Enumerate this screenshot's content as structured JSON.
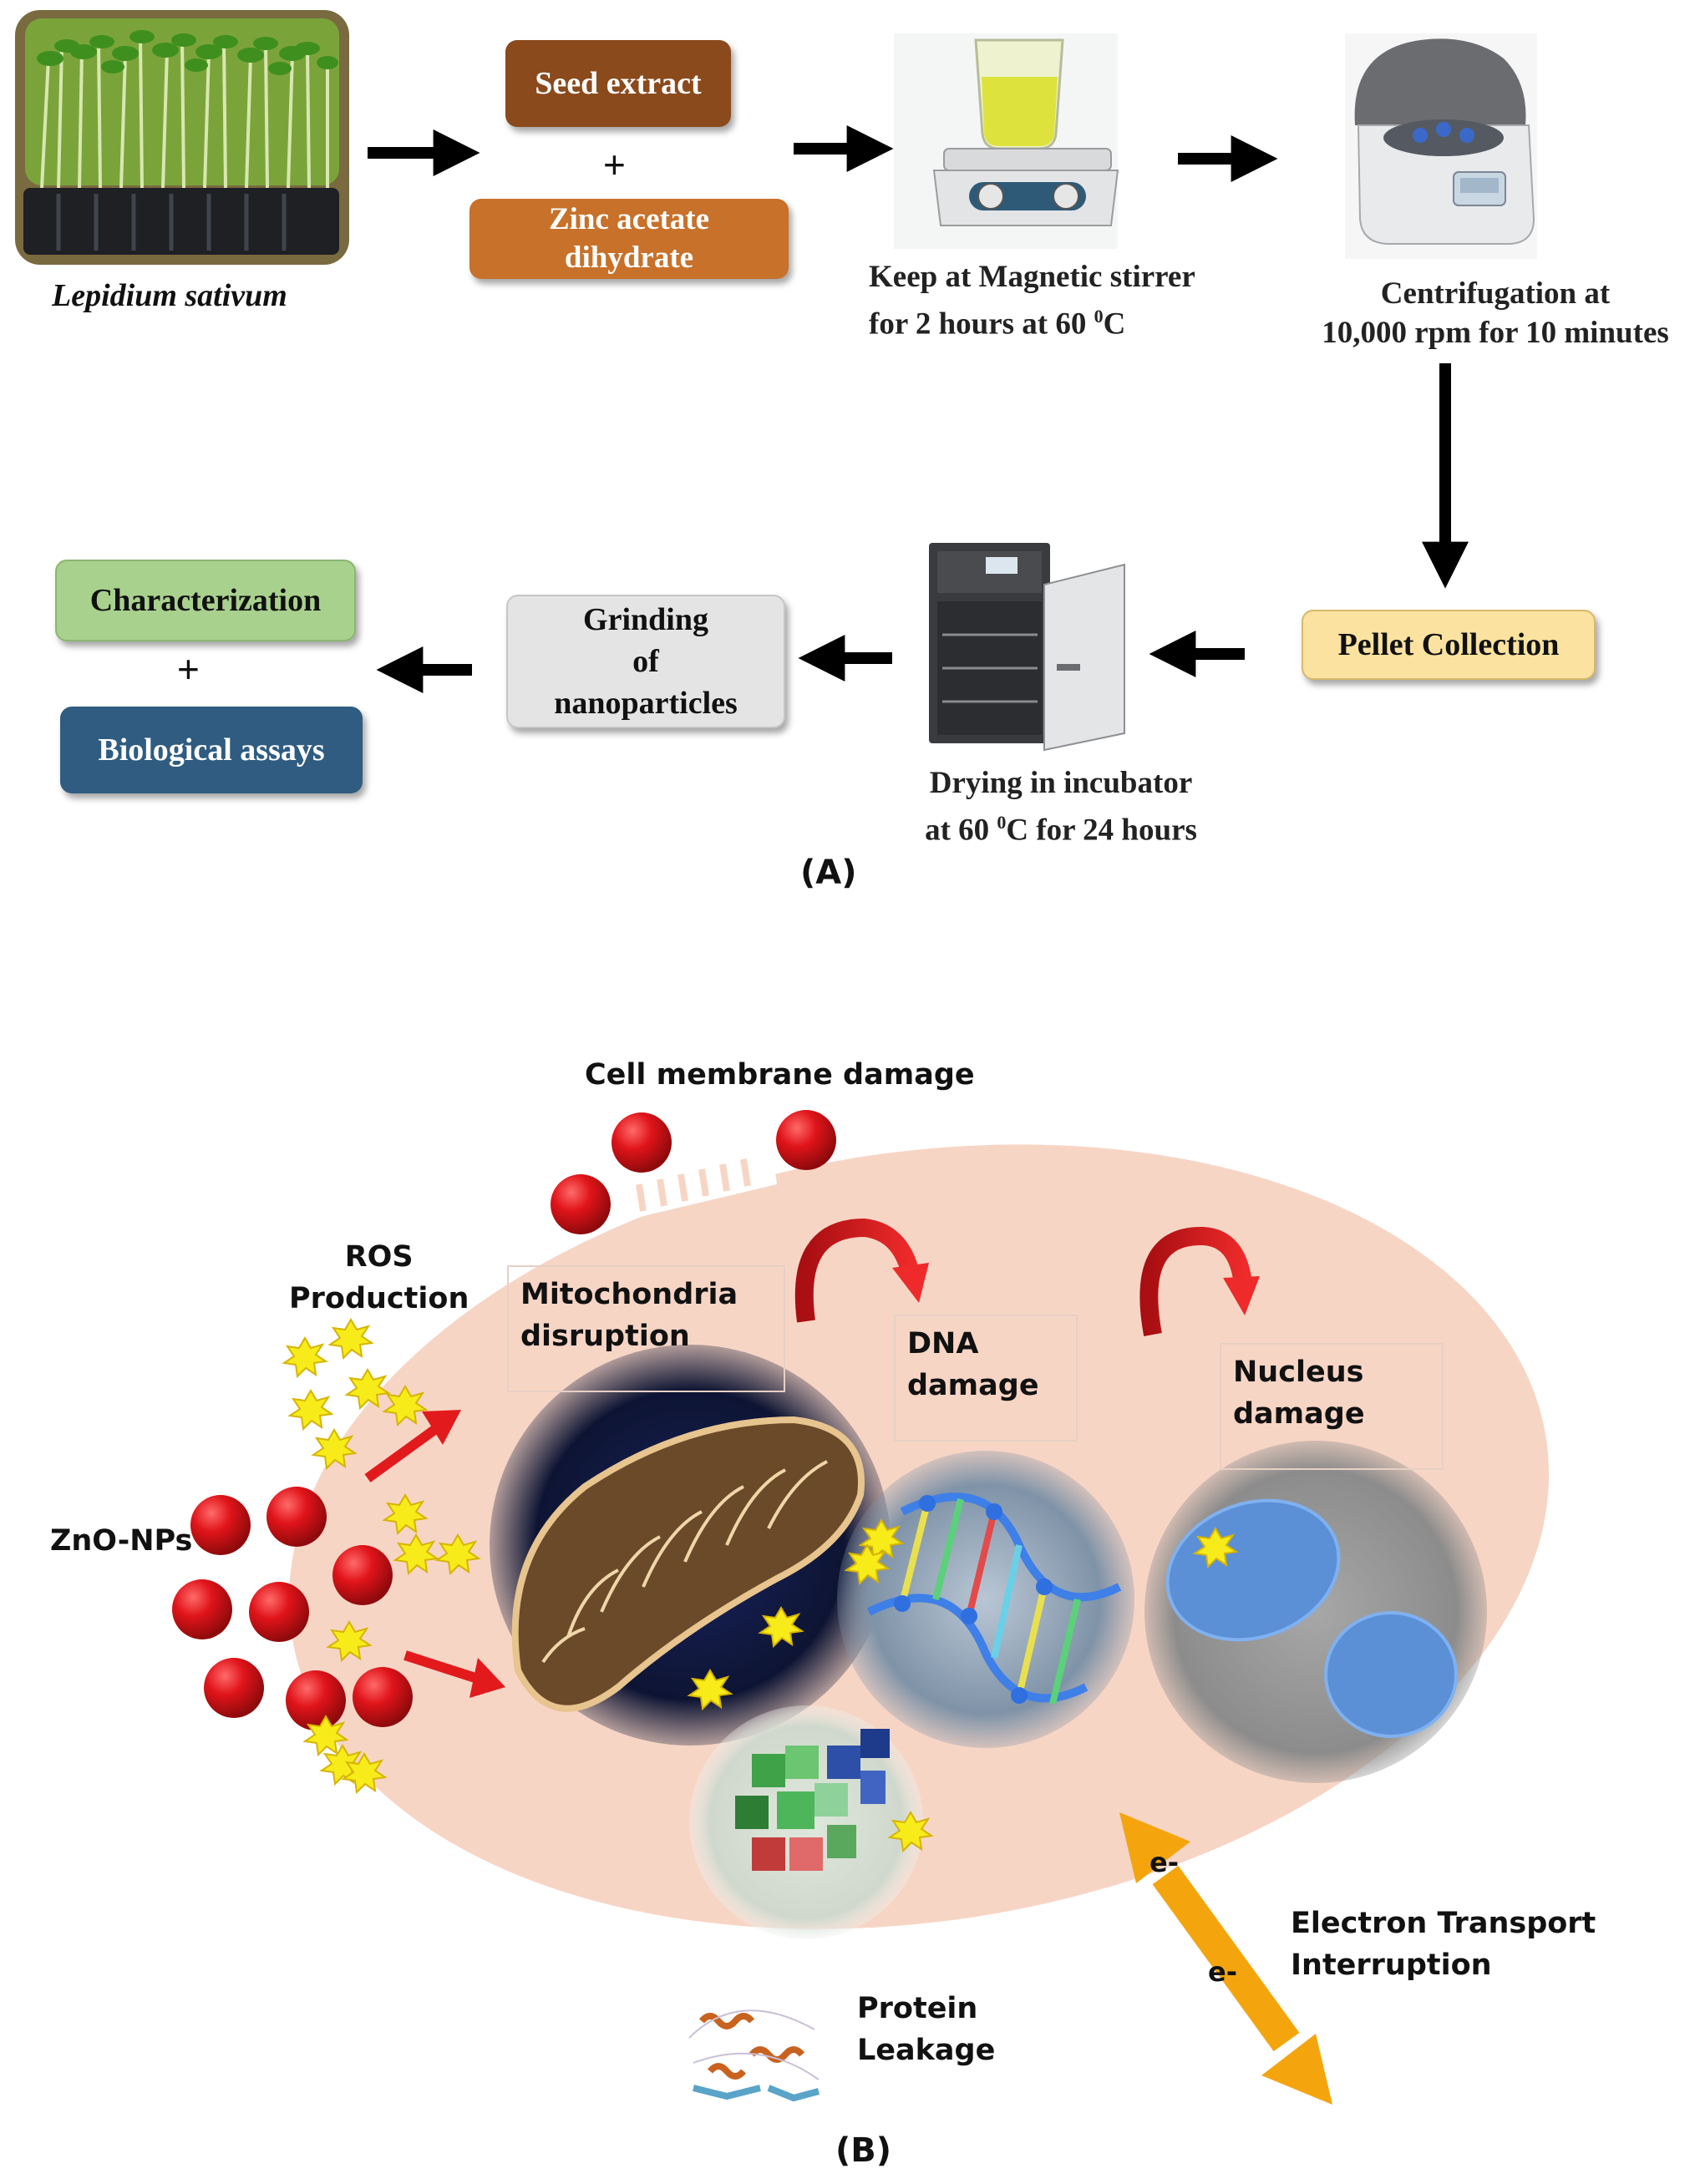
{
  "panel_a": {
    "plant_label": "Lepidium sativum",
    "seed_extract": "Seed extract",
    "plus": "+",
    "zinc_line1": "Zinc acetate",
    "zinc_line2": "dihydrate",
    "stirrer_line1": "Keep at Magnetic stirrer",
    "stirrer_line2_pre": "for 2 hours at 60 ",
    "stirrer_sup": "0",
    "stirrer_line2_post": "C",
    "centrifuge_line1": "Centrifugation at",
    "centrifuge_line2": "10,000 rpm for 10 minutes",
    "pellet": "Pellet Collection",
    "drying_line1": "Drying in incubator",
    "drying_line2_pre": "at 60 ",
    "drying_sup": "0",
    "drying_line2_post": "C for 24 hours",
    "grinding_line1": "Grinding",
    "grinding_line2": "of",
    "grinding_line3": "nanoparticles",
    "characterization": "Characterization",
    "biological": "Biological assays",
    "panel_label": "(A)"
  },
  "panel_b": {
    "cell_membrane": "Cell membrane damage",
    "ros_line1": "ROS",
    "ros_line2": "Production",
    "mito_line1": "Mitochondria",
    "mito_line2": "disruption",
    "dna_line1": "DNA",
    "dna_line2": "damage",
    "nucleus_line1": "Nucleus",
    "nucleus_line2": "damage",
    "zno": "ZnO-NPs",
    "electron_line1": "Electron Transport",
    "electron_line2": "Interruption",
    "e_minus_top": "e-",
    "e_minus_bottom": "e-",
    "protein_line1": "Protein",
    "protein_line2": "Leakage",
    "panel_label": "(B)"
  },
  "colors": {
    "seed_box": "#8a4a1c",
    "zinc_box": "#c8712a",
    "pellet_box": "#fbe2a0",
    "grinding_box": "#e4e4e4",
    "characterization_box": "#a9d18e",
    "biological_box": "#2f5c80",
    "cell": "#f7d5c5",
    "nanoparticle": "#e0141a",
    "ros": "#f7ec1a",
    "electron_arrow": "#f4a50e"
  }
}
